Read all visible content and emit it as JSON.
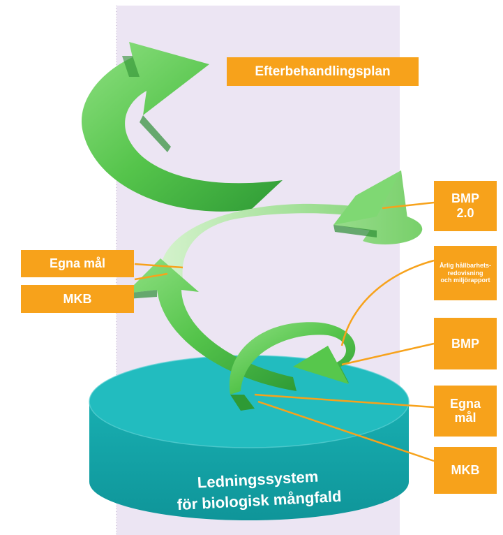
{
  "colors": {
    "orange": "#f7a21b",
    "arrow_green": "#5fcf55",
    "arrow_dark": "#2e9a35",
    "teal_top": "#1fb9bc",
    "teal_side": "#13a3a7",
    "column": "#ede6f4"
  },
  "labels": {
    "efterbehandlingsplan": "Efterbehandlingsplan",
    "bmp20": "BMP\n2.0",
    "egna_mal_left": "Egna mål",
    "mkb_left": "MKB",
    "arlig": "Årlig hållbarhets-\nredovisning\noch miljörapport",
    "bmp": "BMP",
    "egna_mal_right": "Egna\nmål",
    "mkb_right": "MKB"
  },
  "base": {
    "line1": "Ledningssystem",
    "line2": "för biologisk mångfald"
  }
}
